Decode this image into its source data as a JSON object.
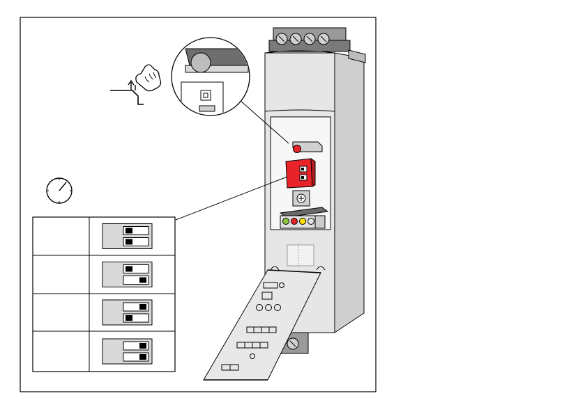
{
  "colors": {
    "frame": "#000000",
    "device_body": "#e6e6e6",
    "device_shade": "#cfcfcf",
    "terminal_dark": "#555555",
    "switch_red": "#e8242a",
    "led_green": "#8cc63f",
    "led_red": "#e8242a",
    "led_yellow": "#ffe000",
    "dip_body": "#d9d9d9"
  },
  "icons": {
    "hand": "hand-press-icon",
    "clock": "clock-icon"
  },
  "dip_table": {
    "rows": [
      {
        "label": "",
        "upper_position": "left",
        "lower_position": "left"
      },
      {
        "label": "",
        "upper_position": "left",
        "lower_position": "right"
      },
      {
        "label": "",
        "upper_position": "right",
        "lower_position": "left"
      },
      {
        "label": "",
        "upper_position": "right",
        "lower_position": "right"
      }
    ]
  }
}
